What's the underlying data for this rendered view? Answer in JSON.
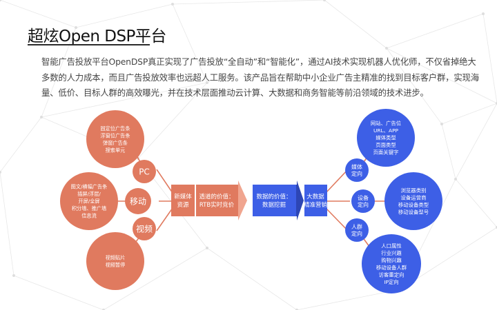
{
  "title": "超炫Open DSP平台",
  "intro": "智能广告投放平台OpenDSP真正实现了广告投放“全自动”和“智能化”，通过AI技术实现机器人优化师，不仅省掉绝大多数的人力成本，而且广告投放效率也远超人工服务。该产品旨在帮助中小企业广告主精准的找到目标客户群，实现海量、低价、目标人群的高效曝光，并在技术层面推动云计算、大数据和商务智能等前沿领域的技术进步。",
  "colors": {
    "orange": "#E07A5F",
    "orange_light": "#F0A58F",
    "blue": "#3D5FE6",
    "blue_dark": "#2D46B5",
    "line": "#E07A5F"
  },
  "left": {
    "bubbles": [
      {
        "lines": [
          "固定位广告条",
          "浮窗位广告条",
          "弹窗广告条",
          "搜索单元"
        ]
      },
      {
        "lines": [
          "图文/横幅广告条",
          "插屏/浮层/",
          "开屏/全屏",
          "积分墙、推广墙",
          "信息流"
        ]
      },
      {
        "lines": [
          "视频贴片",
          "视频暂停"
        ]
      }
    ],
    "nodes": [
      "PC",
      "移动",
      "视频"
    ]
  },
  "center": {
    "left_block": [
      "新媒体",
      "资源"
    ],
    "left_value": [
      "透道的价值：",
      "RTB实时竞价"
    ],
    "right_value": [
      "数据的价值：",
      "数据挖掘"
    ],
    "right_block": [
      "大数据",
      "精准营销"
    ]
  },
  "right": {
    "nodes": [
      [
        "媒体",
        "定向"
      ],
      [
        "设备",
        "定向"
      ],
      [
        "人群",
        "定向"
      ]
    ],
    "bubbles": [
      {
        "lines": [
          "网站、广告位",
          "URL、APP",
          "媒体类型",
          "页面类型",
          "页面关键字"
        ]
      },
      {
        "lines": [
          "浏览器类别",
          "设备运营商",
          "移动设备类型",
          "移动设备型号"
        ]
      },
      {
        "lines": [
          "人口属性",
          "行业兴趣",
          "购物兴趣",
          "移动设备人群",
          "访客重定向",
          "IP定向"
        ]
      }
    ]
  }
}
